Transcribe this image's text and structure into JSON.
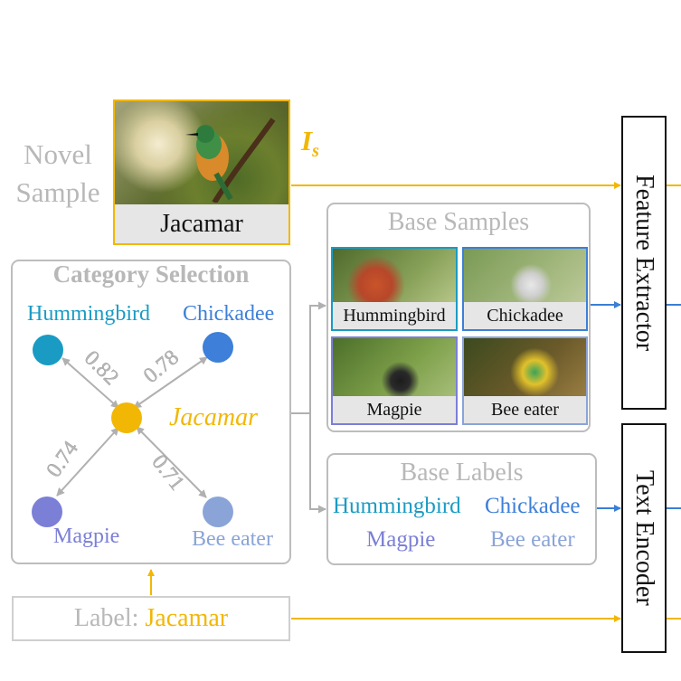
{
  "novel_sample": {
    "label": "Novel\nSample",
    "image_caption": "Jacamar",
    "feature_symbol": "I",
    "feature_subscript": "s"
  },
  "category_selection": {
    "title": "Category Selection",
    "center": "Jacamar",
    "nodes": [
      {
        "name": "Hummingbird",
        "color": "#1a9bc4",
        "score": "0.82"
      },
      {
        "name": "Chickadee",
        "color": "#3d7fd9",
        "score": "0.78"
      },
      {
        "name": "Magpie",
        "color": "#7b7fd6",
        "score": "0.74"
      },
      {
        "name": "Bee eater",
        "color": "#8aa4d8",
        "score": "0.71"
      }
    ]
  },
  "base_samples": {
    "title": "Base Samples",
    "items": [
      "Hummingbird",
      "Chickadee",
      "Magpie",
      "Bee eater"
    ]
  },
  "base_labels": {
    "title": "Base Labels",
    "items": [
      "Hummingbird",
      "Chickadee",
      "Magpie",
      "Bee eater"
    ]
  },
  "label_box": {
    "prefix": "Label: ",
    "value": "Jacamar"
  },
  "modules": {
    "feature_extractor": "Feature Extractor",
    "text_encoder": "Text Encoder"
  },
  "colors": {
    "accent_yellow": "#f2b705",
    "arrow_blue": "#3a7fd5",
    "border_gray": "#bdbdbd",
    "arrow_gray": "#b0b0b0"
  }
}
